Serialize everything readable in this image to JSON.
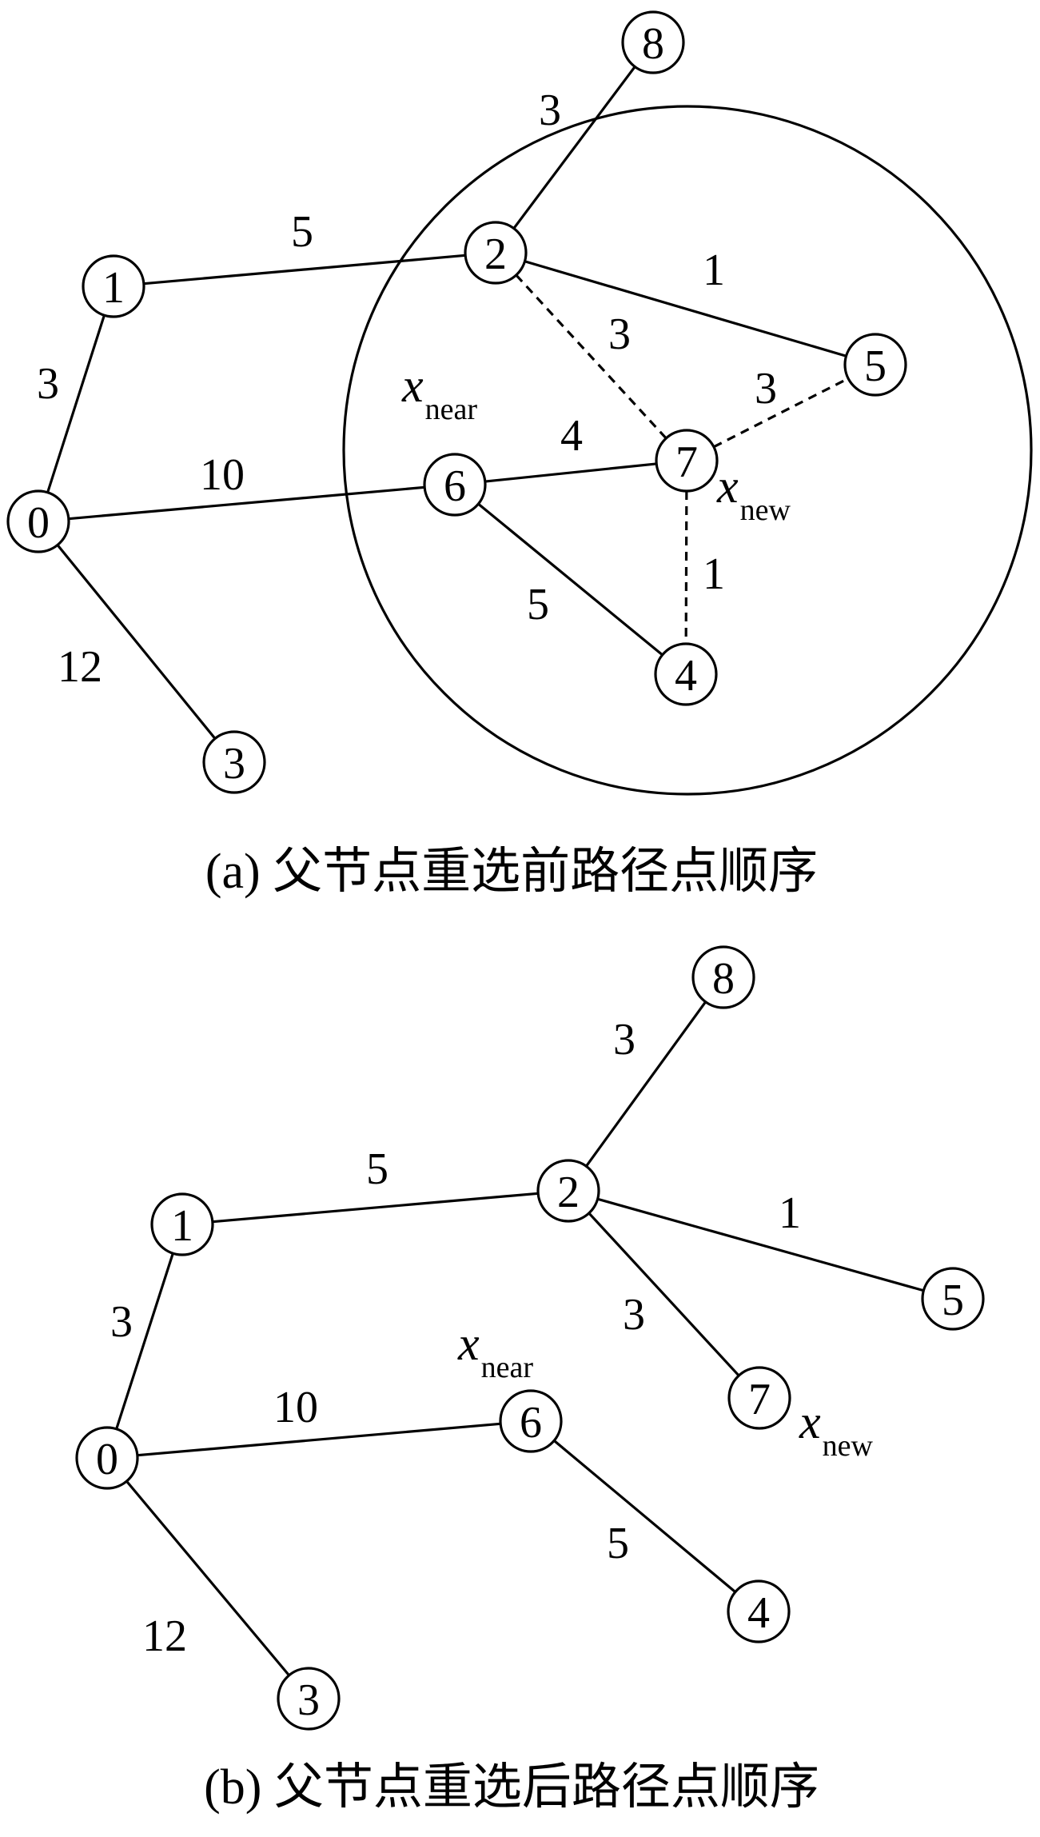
{
  "panels": [
    {
      "id": "a",
      "caption": "(a) 父节点重选前路径点顺序",
      "range_circle": true,
      "nodes": [
        {
          "id": "0",
          "label": "0"
        },
        {
          "id": "1",
          "label": "1"
        },
        {
          "id": "2",
          "label": "2"
        },
        {
          "id": "3",
          "label": "3"
        },
        {
          "id": "4",
          "label": "4"
        },
        {
          "id": "5",
          "label": "5"
        },
        {
          "id": "6",
          "label": "6"
        },
        {
          "id": "7",
          "label": "7"
        },
        {
          "id": "8",
          "label": "8"
        }
      ],
      "edges": [
        {
          "from": "0",
          "to": "1",
          "weight": "3",
          "style": "solid"
        },
        {
          "from": "1",
          "to": "2",
          "weight": "5",
          "style": "solid"
        },
        {
          "from": "2",
          "to": "8",
          "weight": "3",
          "style": "solid"
        },
        {
          "from": "2",
          "to": "5",
          "weight": "1",
          "style": "solid"
        },
        {
          "from": "0",
          "to": "6",
          "weight": "10",
          "style": "solid"
        },
        {
          "from": "6",
          "to": "7",
          "weight": "4",
          "style": "solid"
        },
        {
          "from": "6",
          "to": "4",
          "weight": "5",
          "style": "solid"
        },
        {
          "from": "0",
          "to": "3",
          "weight": "12",
          "style": "solid"
        },
        {
          "from": "2",
          "to": "7",
          "weight": "3",
          "style": "dashed"
        },
        {
          "from": "7",
          "to": "5",
          "weight": "3",
          "style": "dashed"
        },
        {
          "from": "7",
          "to": "4",
          "weight": "1",
          "style": "dashed"
        }
      ],
      "annotations": [
        {
          "target": "6",
          "main": "x",
          "sub": "near"
        },
        {
          "target": "7",
          "main": "x",
          "sub": "new"
        }
      ]
    },
    {
      "id": "b",
      "caption": "(b) 父节点重选后路径点顺序",
      "range_circle": false,
      "nodes": [
        {
          "id": "0",
          "label": "0"
        },
        {
          "id": "1",
          "label": "1"
        },
        {
          "id": "2",
          "label": "2"
        },
        {
          "id": "3",
          "label": "3"
        },
        {
          "id": "4",
          "label": "4"
        },
        {
          "id": "5",
          "label": "5"
        },
        {
          "id": "6",
          "label": "6"
        },
        {
          "id": "7",
          "label": "7"
        },
        {
          "id": "8",
          "label": "8"
        }
      ],
      "edges": [
        {
          "from": "0",
          "to": "1",
          "weight": "3",
          "style": "solid"
        },
        {
          "from": "1",
          "to": "2",
          "weight": "5",
          "style": "solid"
        },
        {
          "from": "2",
          "to": "8",
          "weight": "3",
          "style": "solid"
        },
        {
          "from": "2",
          "to": "5",
          "weight": "1",
          "style": "solid"
        },
        {
          "from": "2",
          "to": "7",
          "weight": "3",
          "style": "solid"
        },
        {
          "from": "0",
          "to": "6",
          "weight": "10",
          "style": "solid"
        },
        {
          "from": "6",
          "to": "4",
          "weight": "5",
          "style": "solid"
        },
        {
          "from": "0",
          "to": "3",
          "weight": "12",
          "style": "solid"
        }
      ],
      "annotations": [
        {
          "target": "6",
          "main": "x",
          "sub": "near"
        },
        {
          "target": "7",
          "main": "x",
          "sub": "new"
        }
      ]
    }
  ]
}
